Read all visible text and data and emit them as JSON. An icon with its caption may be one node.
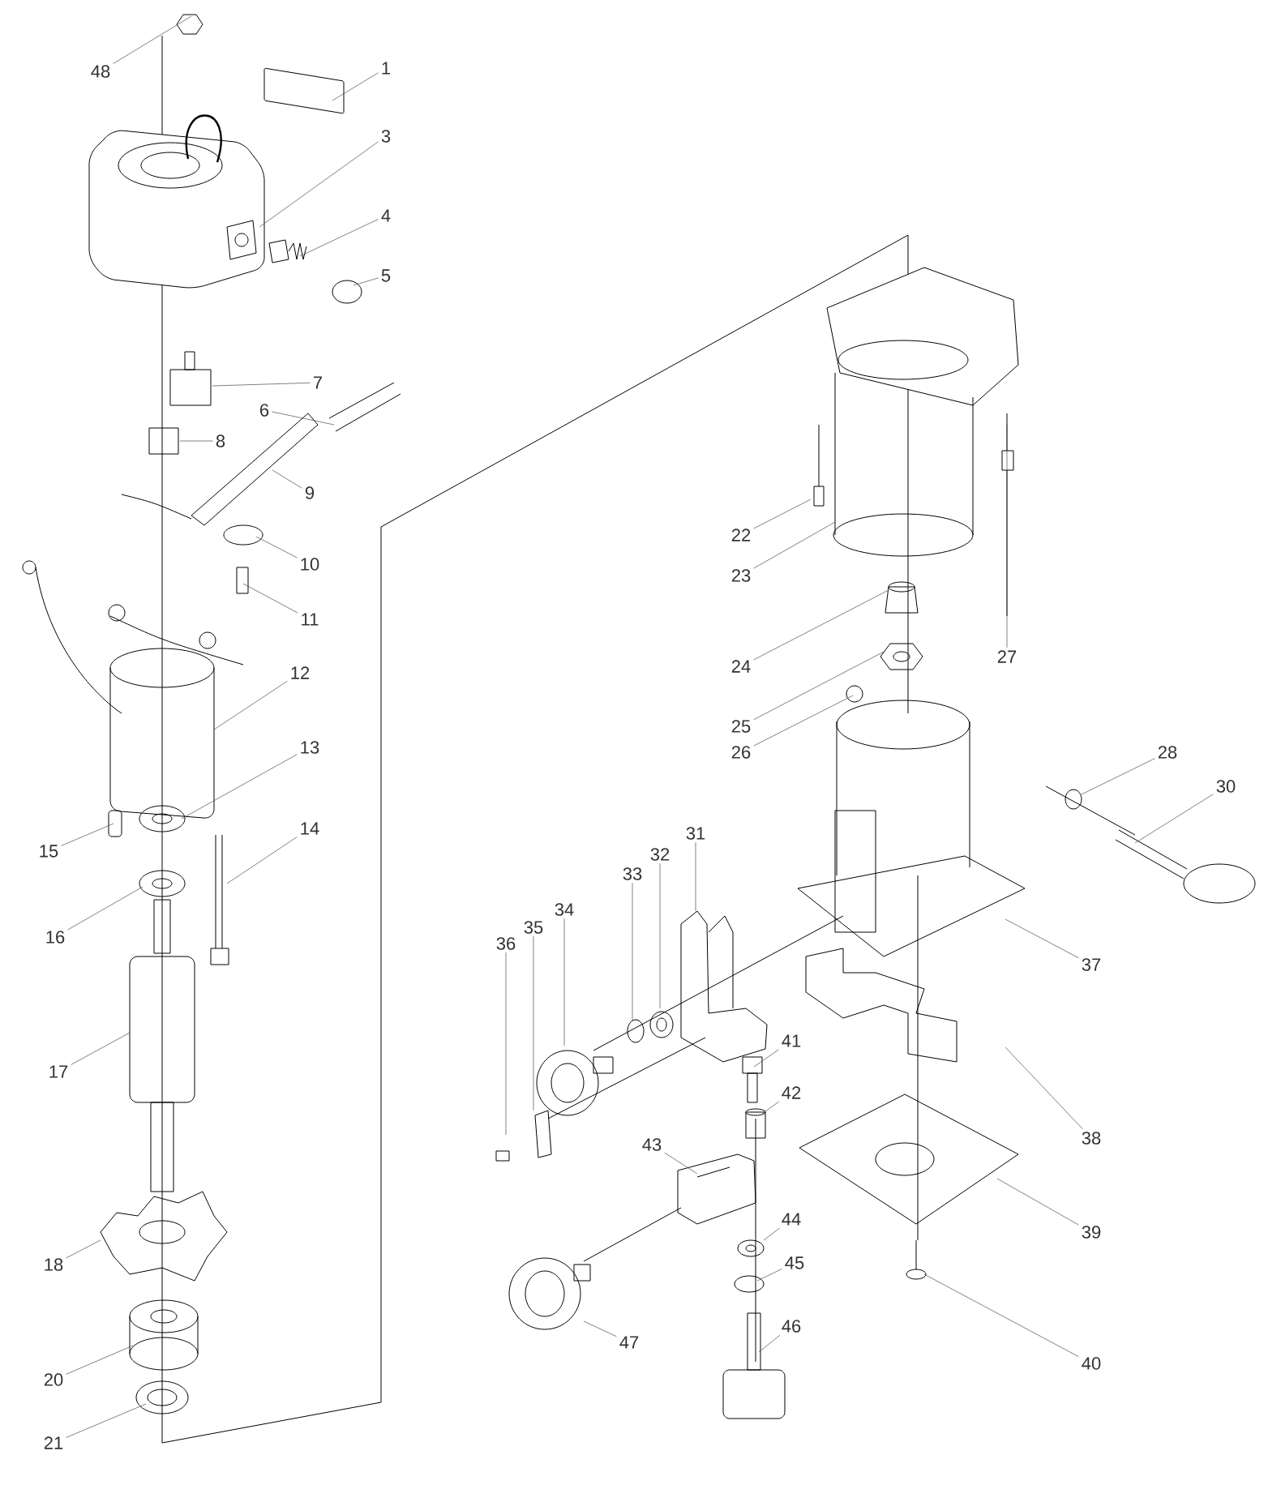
{
  "diagram": {
    "nodes": [
      {
        "text": [
          "48"
        ]
      },
      {
        "text": [
          "1"
        ]
      },
      {
        "text": [
          "3"
        ]
      },
      {
        "text": [
          "4"
        ]
      },
      {
        "text": [
          "5"
        ]
      },
      {
        "text": [
          "7"
        ]
      },
      {
        "text": [
          "6"
        ]
      },
      {
        "text": [
          "8"
        ]
      },
      {
        "text": [
          "9"
        ]
      },
      {
        "text": [
          "10"
        ]
      },
      {
        "text": [
          "11"
        ]
      },
      {
        "text": [
          "12"
        ]
      },
      {
        "text": [
          "13"
        ]
      },
      {
        "text": [
          "14"
        ]
      },
      {
        "text": [
          "15"
        ]
      },
      {
        "text": [
          "16"
        ]
      },
      {
        "text": [
          "17"
        ]
      },
      {
        "text": [
          "18"
        ]
      },
      {
        "text": [
          "20"
        ]
      },
      {
        "text": [
          "21"
        ]
      },
      {
        "text": [
          "22"
        ]
      },
      {
        "text": [
          "23"
        ]
      },
      {
        "text": [
          "24"
        ]
      },
      {
        "text": [
          "25"
        ]
      },
      {
        "text": [
          "26"
        ]
      },
      {
        "text": [
          "27"
        ]
      },
      {
        "text": [
          "28"
        ]
      },
      {
        "text": [
          "30"
        ]
      },
      {
        "text": [
          "31"
        ]
      },
      {
        "text": [
          "32"
        ]
      },
      {
        "text": [
          "33"
        ]
      },
      {
        "text": [
          "34"
        ]
      },
      {
        "text": [
          "35"
        ]
      },
      {
        "text": [
          "36"
        ]
      },
      {
        "text": [
          "37"
        ]
      },
      {
        "text": [
          "38"
        ]
      },
      {
        "text": [
          "39"
        ]
      },
      {
        "text": [
          "40"
        ]
      },
      {
        "text": [
          "41"
        ]
      },
      {
        "text": [
          "42"
        ]
      },
      {
        "text": [
          "43"
        ]
      },
      {
        "text": [
          "44"
        ]
      },
      {
        "text": [
          "45"
        ]
      },
      {
        "text": [
          "46"
        ]
      },
      {
        "text": [
          "47"
        ]
      }
    ],
    "edges": [
      {
        "from": 0,
        "to": null,
        "arrow": "none"
      },
      {
        "from": 1,
        "to": null,
        "arrow": "none"
      },
      {
        "from": 2,
        "to": null,
        "arrow": "none"
      },
      {
        "from": 3,
        "to": null,
        "arrow": "none"
      },
      {
        "from": 4,
        "to": null,
        "arrow": "none"
      },
      {
        "from": 5,
        "to": null,
        "arrow": "none"
      },
      {
        "from": 6,
        "to": null,
        "arrow": "none"
      },
      {
        "from": 7,
        "to": null,
        "arrow": "none"
      },
      {
        "from": 8,
        "to": null,
        "arrow": "none"
      },
      {
        "from": 9,
        "to": null,
        "arrow": "none"
      },
      {
        "from": 10,
        "to": null,
        "arrow": "none"
      },
      {
        "from": 11,
        "to": null,
        "arrow": "none"
      },
      {
        "from": 12,
        "to": null,
        "arrow": "none"
      },
      {
        "from": 13,
        "to": null,
        "arrow": "none"
      },
      {
        "from": 14,
        "to": null,
        "arrow": "none"
      },
      {
        "from": 15,
        "to": null,
        "arrow": "none"
      },
      {
        "from": 16,
        "to": null,
        "arrow": "none"
      },
      {
        "from": 17,
        "to": null,
        "arrow": "none"
      },
      {
        "from": 18,
        "to": null,
        "arrow": "none"
      },
      {
        "from": 19,
        "to": null,
        "arrow": "none"
      },
      {
        "from": 20,
        "to": null,
        "arrow": "none"
      },
      {
        "from": 21,
        "to": null,
        "arrow": "none"
      },
      {
        "from": 22,
        "to": null,
        "arrow": "none"
      },
      {
        "from": 23,
        "to": null,
        "arrow": "none"
      },
      {
        "from": 24,
        "to": null,
        "arrow": "none"
      },
      {
        "from": 25,
        "to": null,
        "arrow": "none"
      },
      {
        "from": 26,
        "to": null,
        "arrow": "none"
      },
      {
        "from": 27,
        "to": null,
        "arrow": "none"
      },
      {
        "from": 28,
        "to": null,
        "arrow": "none"
      },
      {
        "from": 29,
        "to": null,
        "arrow": "none"
      },
      {
        "from": 30,
        "to": null,
        "arrow": "none"
      },
      {
        "from": 31,
        "to": null,
        "arrow": "none"
      },
      {
        "from": 32,
        "to": null,
        "arrow": "none"
      },
      {
        "from": 33,
        "to": null,
        "arrow": "none"
      },
      {
        "from": 34,
        "to": null,
        "arrow": "none"
      },
      {
        "from": 35,
        "to": null,
        "arrow": "none"
      },
      {
        "from": 36,
        "to": null,
        "arrow": "none"
      },
      {
        "from": 37,
        "to": null,
        "arrow": "none"
      },
      {
        "from": 38,
        "to": null,
        "arrow": "none"
      },
      {
        "from": 39,
        "to": null,
        "arrow": "none"
      },
      {
        "from": 40,
        "to": null,
        "arrow": "none"
      },
      {
        "from": 41,
        "to": null,
        "arrow": "none"
      },
      {
        "from": 42,
        "to": null,
        "arrow": "none"
      },
      {
        "from": 43,
        "to": null,
        "arrow": "none"
      },
      {
        "from": 44,
        "to": null,
        "arrow": "none"
      }
    ]
  }
}
